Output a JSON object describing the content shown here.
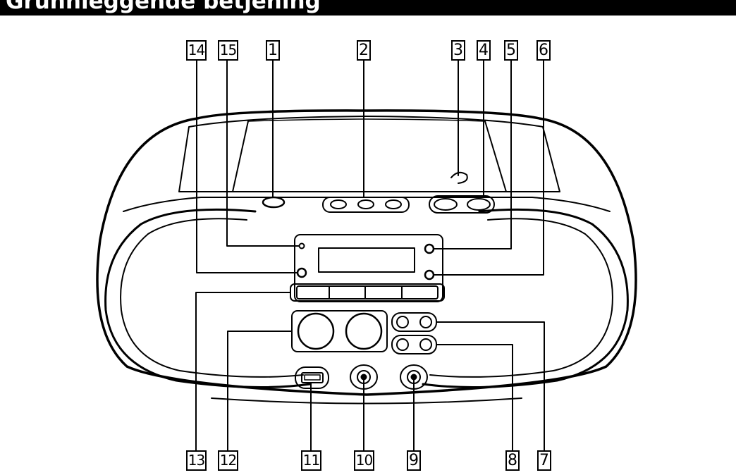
{
  "page": {
    "title": "Grunnleggende betjening"
  },
  "callouts": [
    "1",
    "2",
    "3",
    "4",
    "5",
    "6",
    "7",
    "8",
    "9",
    "10",
    "11",
    "12",
    "13",
    "14",
    "15"
  ]
}
